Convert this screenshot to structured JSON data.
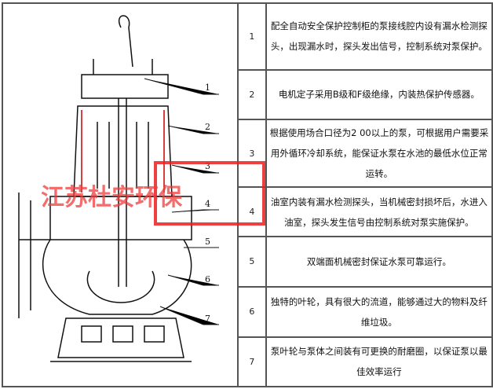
{
  "rows": [
    {
      "num": "1",
      "text": "配全自动安全保护控制柜的泵接线腔内设有漏水检测探头，出现漏水时，探头发出信号，控制系统对泵保护。"
    },
    {
      "num": "2",
      "text": "电机定子采用B级和F级绝缘，内装热保护传感器。"
    },
    {
      "num": "3",
      "text": "根据使用场合口径为2 00以上的泵，可根据用户需要采用外循环冷却系统，能保证水泵在水池的最低水位正常运转。"
    },
    {
      "num": "4",
      "text": "油室内装有漏水检测探头，当机械密封损坏后，水进入油室，探头发生信号由控制系统对泵实施保护。"
    },
    {
      "num": "5",
      "text": "双端面机械密封保证水泵可靠运行。"
    },
    {
      "num": "6",
      "text": "独特的叶轮，具有很大的流道，能够通过大的物料及纤维垃圾。"
    },
    {
      "num": "7",
      "text": "泵叶轮与泵体之间装有可更换的耐磨圈，以保证泵以最佳效率运行"
    }
  ],
  "diagram_labels": [
    "1",
    "2",
    "3",
    "4",
    "5",
    "6",
    "7"
  ],
  "watermark": "江苏杜安环保"
}
